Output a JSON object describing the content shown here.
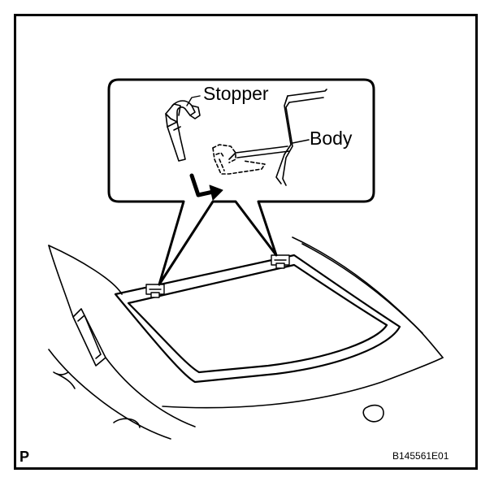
{
  "callouts": {
    "stopper": "Stopper",
    "body": "Body"
  },
  "corner": {
    "view_letter": "P",
    "figure_code": "B145561E01"
  }
}
